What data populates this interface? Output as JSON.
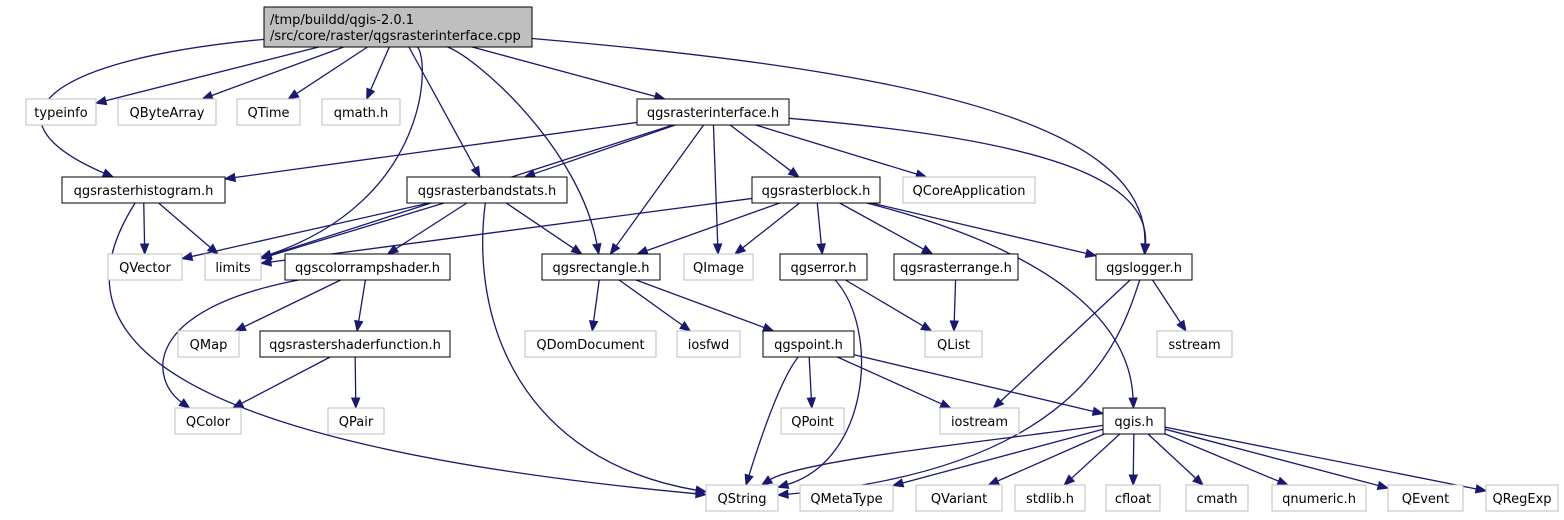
{
  "diagram": {
    "type": "include-dependency-graph",
    "colors": {
      "edge": "#191970",
      "root_fill": "#bfbfbf",
      "root_border": "#000000",
      "documented_border": "#000000",
      "external_border": "#bfbfbf",
      "external_text": "#404040",
      "background": "#ffffff"
    },
    "nodes": [
      {
        "id": "root",
        "kind": "root",
        "lines": [
          "/tmp/buildd/qgis-2.0.1",
          "/src/core/raster/qgsrasterinterface.cpp"
        ]
      },
      {
        "id": "typeinfo",
        "kind": "external",
        "lines": [
          "typeinfo"
        ]
      },
      {
        "id": "qbytearray",
        "kind": "external",
        "lines": [
          "QByteArray"
        ]
      },
      {
        "id": "qtime",
        "kind": "external",
        "lines": [
          "QTime"
        ]
      },
      {
        "id": "qmath_h",
        "kind": "external",
        "lines": [
          "qmath.h"
        ]
      },
      {
        "id": "qgsrasterinterface_h",
        "kind": "documented",
        "lines": [
          "qgsrasterinterface.h"
        ]
      },
      {
        "id": "qgsrasterhistogram_h",
        "kind": "documented",
        "lines": [
          "qgsrasterhistogram.h"
        ]
      },
      {
        "id": "qgsrasterbandstats_h",
        "kind": "documented",
        "lines": [
          "qgsrasterbandstats.h"
        ]
      },
      {
        "id": "qgsrasterblock_h",
        "kind": "documented",
        "lines": [
          "qgsrasterblock.h"
        ]
      },
      {
        "id": "qcoreapplication",
        "kind": "external",
        "lines": [
          "QCoreApplication"
        ]
      },
      {
        "id": "qvector",
        "kind": "external",
        "lines": [
          "QVector"
        ]
      },
      {
        "id": "limits",
        "kind": "external",
        "lines": [
          "limits"
        ]
      },
      {
        "id": "qgscolorrampshader_h",
        "kind": "documented",
        "lines": [
          "qgscolorrampshader.h"
        ]
      },
      {
        "id": "qgsrectangle_h",
        "kind": "documented",
        "lines": [
          "qgsrectangle.h"
        ]
      },
      {
        "id": "qimage",
        "kind": "external",
        "lines": [
          "QImage"
        ]
      },
      {
        "id": "qgserror_h",
        "kind": "documented",
        "lines": [
          "qgserror.h"
        ]
      },
      {
        "id": "qgsrasterrange_h",
        "kind": "documented",
        "lines": [
          "qgsrasterrange.h"
        ]
      },
      {
        "id": "qgslogger_h",
        "kind": "documented",
        "lines": [
          "qgslogger.h"
        ]
      },
      {
        "id": "qmap",
        "kind": "external",
        "lines": [
          "QMap"
        ]
      },
      {
        "id": "qgsrastershaderfunction_h",
        "kind": "documented",
        "lines": [
          "qgsrastershaderfunction.h"
        ]
      },
      {
        "id": "qdomdocument",
        "kind": "external",
        "lines": [
          "QDomDocument"
        ]
      },
      {
        "id": "iosfwd",
        "kind": "external",
        "lines": [
          "iosfwd"
        ]
      },
      {
        "id": "qgspoint_h",
        "kind": "documented",
        "lines": [
          "qgspoint.h"
        ]
      },
      {
        "id": "qlist",
        "kind": "external",
        "lines": [
          "QList"
        ]
      },
      {
        "id": "sstream",
        "kind": "external",
        "lines": [
          "sstream"
        ]
      },
      {
        "id": "qcolor",
        "kind": "external",
        "lines": [
          "QColor"
        ]
      },
      {
        "id": "qpair",
        "kind": "external",
        "lines": [
          "QPair"
        ]
      },
      {
        "id": "qpoint",
        "kind": "external",
        "lines": [
          "QPoint"
        ]
      },
      {
        "id": "iostream",
        "kind": "external",
        "lines": [
          "iostream"
        ]
      },
      {
        "id": "qgis_h",
        "kind": "documented",
        "lines": [
          "qgis.h"
        ]
      },
      {
        "id": "qstring",
        "kind": "external",
        "lines": [
          "QString"
        ]
      },
      {
        "id": "qmetatype",
        "kind": "external",
        "lines": [
          "QMetaType"
        ]
      },
      {
        "id": "qvariant",
        "kind": "external",
        "lines": [
          "QVariant"
        ]
      },
      {
        "id": "stdlib_h",
        "kind": "external",
        "lines": [
          "stdlib.h"
        ]
      },
      {
        "id": "cfloat",
        "kind": "external",
        "lines": [
          "cfloat"
        ]
      },
      {
        "id": "cmath",
        "kind": "external",
        "lines": [
          "cmath"
        ]
      },
      {
        "id": "qnumeric_h",
        "kind": "external",
        "lines": [
          "qnumeric.h"
        ]
      },
      {
        "id": "qevent",
        "kind": "external",
        "lines": [
          "QEvent"
        ]
      },
      {
        "id": "qregexp",
        "kind": "external",
        "lines": [
          "QRegExp"
        ]
      }
    ],
    "edges": [
      [
        "root",
        "typeinfo"
      ],
      [
        "root",
        "qbytearray"
      ],
      [
        "root",
        "qtime"
      ],
      [
        "root",
        "qmath_h"
      ],
      [
        "root",
        "qgsrasterinterface_h"
      ],
      [
        "root",
        "qgsrasterhistogram_h"
      ],
      [
        "root",
        "limits"
      ],
      [
        "root",
        "qgsrasterbandstats_h"
      ],
      [
        "root",
        "qgsrectangle_h"
      ],
      [
        "root",
        "qgslogger_h"
      ],
      [
        "qgsrasterinterface_h",
        "qgsrasterhistogram_h"
      ],
      [
        "qgsrasterinterface_h",
        "qgsrasterbandstats_h"
      ],
      [
        "qgsrasterinterface_h",
        "limits"
      ],
      [
        "qgsrasterinterface_h",
        "qgsrectangle_h"
      ],
      [
        "qgsrasterinterface_h",
        "qimage"
      ],
      [
        "qgsrasterinterface_h",
        "qgsrasterblock_h"
      ],
      [
        "qgsrasterinterface_h",
        "qcoreapplication"
      ],
      [
        "qgsrasterinterface_h",
        "qgslogger_h"
      ],
      [
        "qgsrasterhistogram_h",
        "qvector"
      ],
      [
        "qgsrasterhistogram_h",
        "limits"
      ],
      [
        "qgsrasterhistogram_h",
        "qstring"
      ],
      [
        "qgsrasterbandstats_h",
        "qvector"
      ],
      [
        "qgsrasterbandstats_h",
        "limits"
      ],
      [
        "qgsrasterbandstats_h",
        "qgscolorrampshader_h"
      ],
      [
        "qgsrasterbandstats_h",
        "qgsrectangle_h"
      ],
      [
        "qgsrasterbandstats_h",
        "qstring"
      ],
      [
        "qgsrasterblock_h",
        "limits"
      ],
      [
        "qgsrasterblock_h",
        "qgsrectangle_h"
      ],
      [
        "qgsrasterblock_h",
        "qimage"
      ],
      [
        "qgsrasterblock_h",
        "qgserror_h"
      ],
      [
        "qgsrasterblock_h",
        "qgsrasterrange_h"
      ],
      [
        "qgsrasterblock_h",
        "qgslogger_h"
      ],
      [
        "qgsrasterblock_h",
        "qgis_h"
      ],
      [
        "qgscolorrampshader_h",
        "qmap"
      ],
      [
        "qgscolorrampshader_h",
        "qgsrastershaderfunction_h"
      ],
      [
        "qgscolorrampshader_h",
        "qcolor"
      ],
      [
        "qgsrastershaderfunction_h",
        "qcolor"
      ],
      [
        "qgsrastershaderfunction_h",
        "qpair"
      ],
      [
        "qgsrectangle_h",
        "qdomdocument"
      ],
      [
        "qgsrectangle_h",
        "iosfwd"
      ],
      [
        "qgsrectangle_h",
        "qgspoint_h"
      ],
      [
        "qgserror_h",
        "qlist"
      ],
      [
        "qgserror_h",
        "qstring"
      ],
      [
        "qgsrasterrange_h",
        "qlist"
      ],
      [
        "qgslogger_h",
        "sstream"
      ],
      [
        "qgslogger_h",
        "iostream"
      ],
      [
        "qgslogger_h",
        "qstring"
      ],
      [
        "qgspoint_h",
        "qpoint"
      ],
      [
        "qgspoint_h",
        "iostream"
      ],
      [
        "qgspoint_h",
        "qgis_h"
      ],
      [
        "qgspoint_h",
        "qstring"
      ],
      [
        "qgis_h",
        "qstring"
      ],
      [
        "qgis_h",
        "qmetatype"
      ],
      [
        "qgis_h",
        "qvariant"
      ],
      [
        "qgis_h",
        "stdlib_h"
      ],
      [
        "qgis_h",
        "cfloat"
      ],
      [
        "qgis_h",
        "cmath"
      ],
      [
        "qgis_h",
        "qnumeric_h"
      ],
      [
        "qgis_h",
        "qevent"
      ],
      [
        "qgis_h",
        "qregexp"
      ]
    ]
  }
}
